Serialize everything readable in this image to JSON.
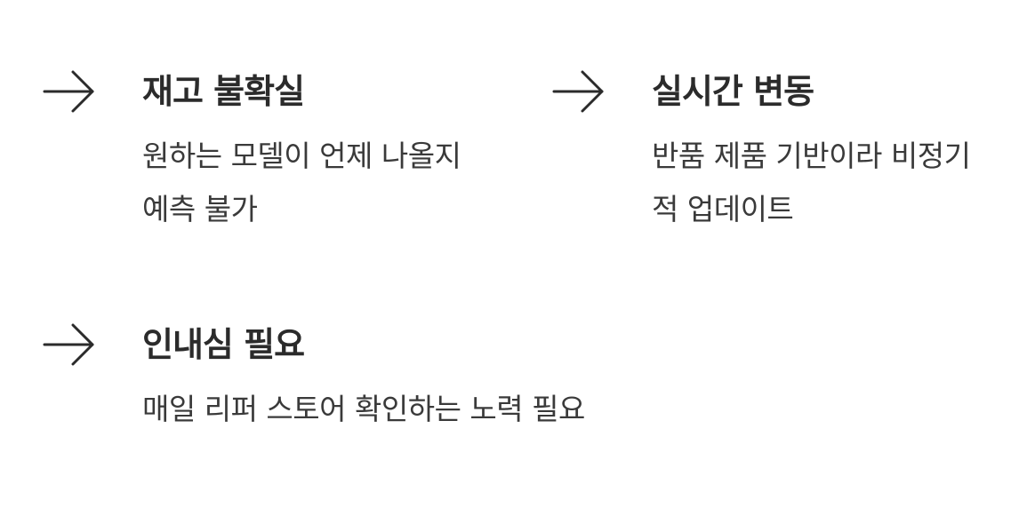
{
  "items": [
    {
      "icon": "arrow-right-icon",
      "title": "재고 불확실",
      "desc_lines": [
        "원하는 모델이 언제 나올지",
        "예측 불가"
      ]
    },
    {
      "icon": "arrow-right-icon",
      "title": "실시간 변동",
      "desc_lines": [
        "반품 제품 기반이라 비정기",
        "적 업데이트"
      ]
    },
    {
      "icon": "arrow-right-icon",
      "title": "인내심 필요",
      "desc_lines": [
        "매일 리퍼 스토어 확인하는 노력 필요"
      ]
    }
  ],
  "colors": {
    "text_dark": "#2b2b2b",
    "text_body": "#3a3a3a",
    "background": "#ffffff"
  }
}
